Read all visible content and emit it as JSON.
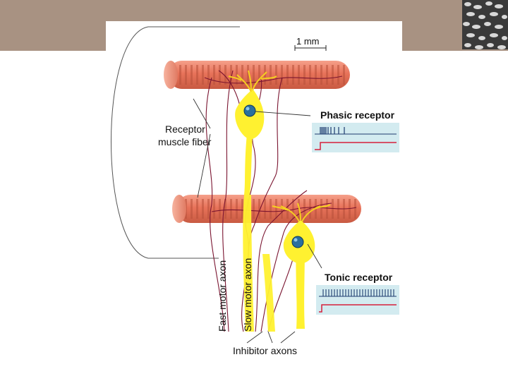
{
  "figure": {
    "scale_bar_label": "1 mm",
    "labels": {
      "receptor_muscle_fiber_line1": "Receptor",
      "receptor_muscle_fiber_line2": "muscle fiber",
      "phasic_receptor": "Phasic receptor",
      "tonic_receptor": "Tonic receptor",
      "fast_motor_axon": "Fast motor axon",
      "slow_motor_axon": "Slow motor axon",
      "inhibitor_axons": "Inhibitor axons"
    },
    "colors": {
      "background_band": "#a89282",
      "muscle_fiber": "#e8735a",
      "muscle_striation": "#b8503a",
      "neuron": "#fff130",
      "neuron_nucleus": "#2a6f9e",
      "axon_dark_red": "#7a1430",
      "trace_panel": "#d3ebf0",
      "spike_trace": "#1c3a6e",
      "stimulus_trace": "#d6203a"
    }
  }
}
